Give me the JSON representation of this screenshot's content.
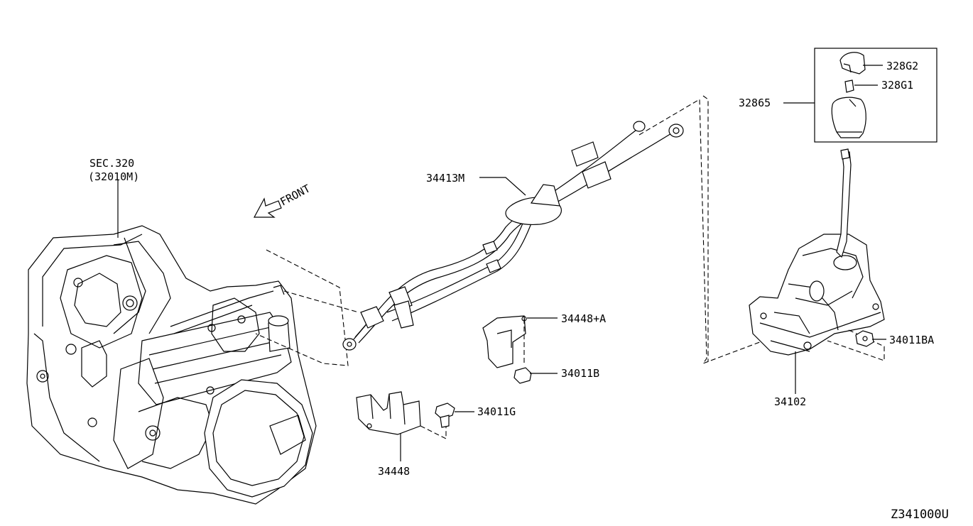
{
  "labels": {
    "sec": "SEC.320",
    "sec_ref": "(32010M)",
    "front": "FRONT",
    "cable": "34413M",
    "bracket_a": "34448+A",
    "nut_b": "34011B",
    "bolt_g": "34011G",
    "bracket": "34448",
    "knob_assy": "32865",
    "knob_cap": "328G2",
    "knob_insert": "328G1",
    "nut_ba": "34011BA",
    "shifter": "34102",
    "diagram_code": "Z341000U"
  }
}
